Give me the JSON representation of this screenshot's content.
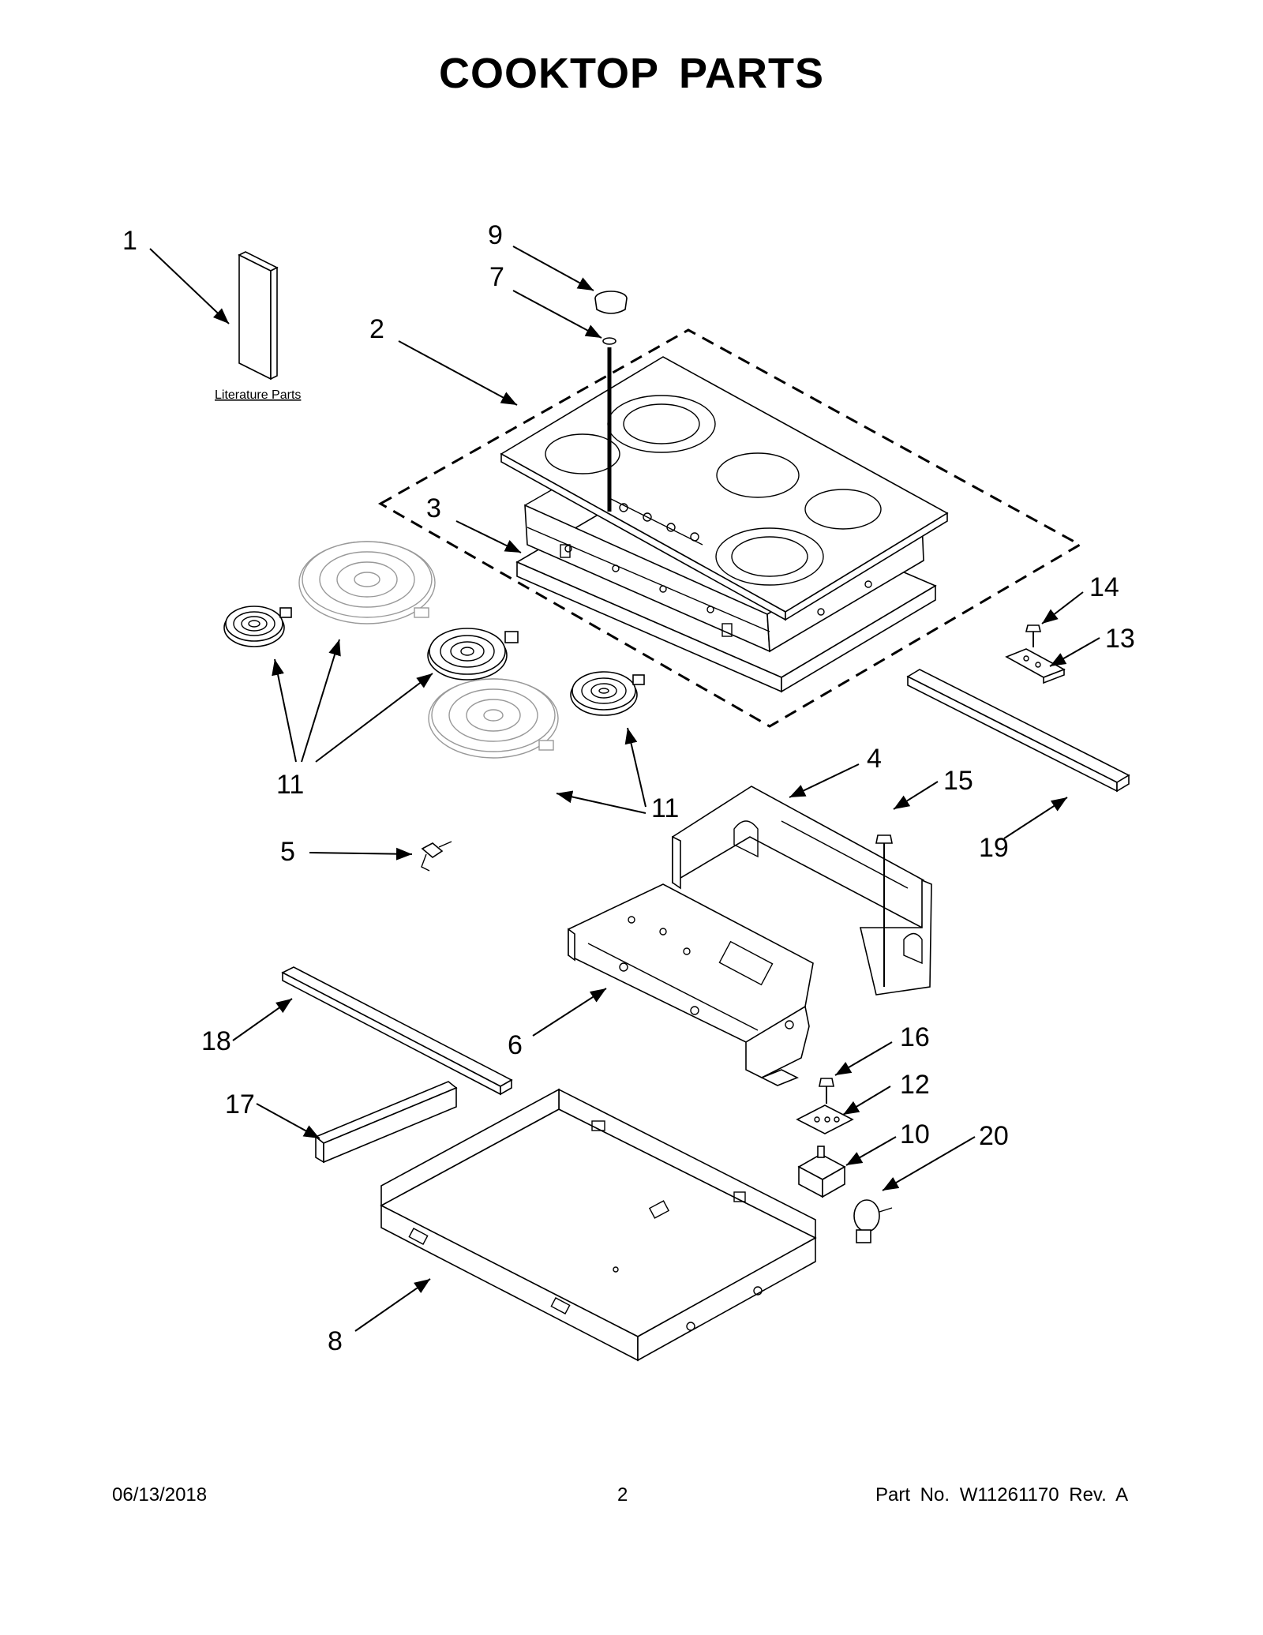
{
  "page": {
    "title": "COOKTOP  PARTS",
    "footer": {
      "date": "06/13/2018",
      "page_number": "2",
      "part_number": "Part No.  W11261170  Rev.  A"
    }
  },
  "callouts": [
    {
      "id": "c1",
      "label": "1"
    },
    {
      "id": "c2",
      "label": "2"
    },
    {
      "id": "c3",
      "label": "3"
    },
    {
      "id": "c4",
      "label": "4"
    },
    {
      "id": "c5",
      "label": "5"
    },
    {
      "id": "c6",
      "label": "6"
    },
    {
      "id": "c7",
      "label": "7"
    },
    {
      "id": "c8",
      "label": "8"
    },
    {
      "id": "c9",
      "label": "9"
    },
    {
      "id": "c10",
      "label": "10"
    },
    {
      "id": "c11a",
      "label": "11"
    },
    {
      "id": "c11b",
      "label": "11"
    },
    {
      "id": "c12",
      "label": "12"
    },
    {
      "id": "c13",
      "label": "13"
    },
    {
      "id": "c14",
      "label": "14"
    },
    {
      "id": "c15",
      "label": "15"
    },
    {
      "id": "c16",
      "label": "16"
    },
    {
      "id": "c17",
      "label": "17"
    },
    {
      "id": "c18",
      "label": "18"
    },
    {
      "id": "c19",
      "label": "19"
    },
    {
      "id": "c20",
      "label": "20"
    }
  ],
  "literature_label": "Literature Parts"
}
